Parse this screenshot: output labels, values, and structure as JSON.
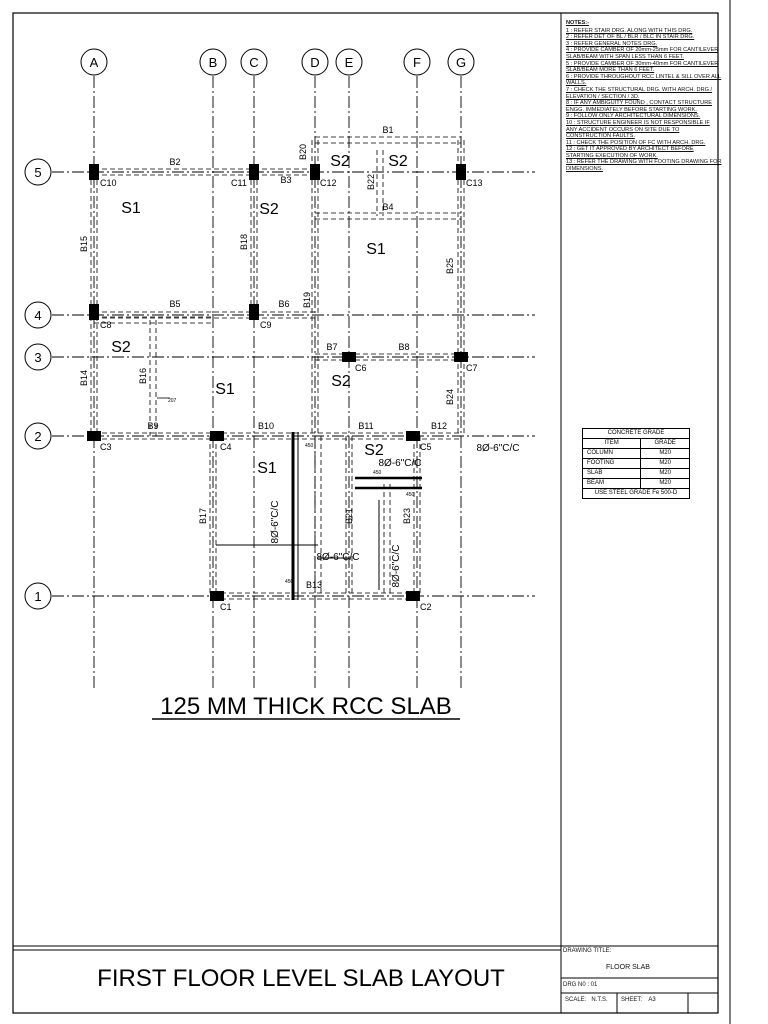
{
  "drawing": {
    "plan_title": "125 MM THICK RCC SLAB",
    "main_title": "FIRST FLOOR LEVEL SLAB LAYOUT"
  },
  "grid": {
    "columns": [
      "A",
      "B",
      "C",
      "D",
      "E",
      "F",
      "G"
    ],
    "rows": [
      "5",
      "4",
      "3",
      "2",
      "1"
    ]
  },
  "column_labels": [
    "C10",
    "C11",
    "C12",
    "C13",
    "C8",
    "C9",
    "C6",
    "C7",
    "C3",
    "C4",
    "C5",
    "C1",
    "C2"
  ],
  "beam_labels": [
    "B1",
    "B2",
    "B3",
    "B4",
    "B5",
    "B6",
    "B7",
    "B8",
    "B9",
    "B10",
    "B11",
    "B12",
    "B13",
    "B14",
    "B15",
    "B16",
    "B17",
    "B18",
    "B19",
    "B20",
    "B21",
    "B22",
    "B23",
    "B24",
    "B25"
  ],
  "slab_labels": [
    "S1",
    "S2"
  ],
  "rebar_labels": [
    "8Ø-6\"C/C",
    "8Ø-6\"C/C",
    "8Ø-6\"C/C",
    "8Ø-6\"C/C",
    "8Ø-6\"C/C"
  ],
  "dimension_labels": [
    "207",
    "450",
    "450",
    "450",
    "450"
  ],
  "notes": {
    "title": "NOTES:-",
    "items": [
      "1 : REFER STAIR DRG. ALONG WITH THIS DRG.",
      "2 : REFER DET OF BL / BLR / BLC IN STAIR DRG.",
      "3 : REFER GENERAL NOTES DRG.",
      "4 : PROVIDE CAMBER OF 20mm-25mm FOR CANTILEVER SLAB/BEAM WITH SPAN LESS THAN 6 FEET.",
      "5 : PROVIDE CAMBER OF 30mm-40mm FOR CANTILEVER SLAB/BEAM MORE THAN 6 FEET.",
      "6 : PROVIDE THROUGHOUT RCC LINTEL & SILL OVER ALL WALLS.",
      "7 : CHECK THE STRUCTURAL DRG. WITH ARCH. DRG / ELEVATION / SECTION / 3D.",
      "8 : IF ANY AMBIGUITY FOUND , CONTACT STRUCTURE ENGG. IMMEDIATELY BEFORE STARTING WORK.",
      "9 : FOLLOW ONLY ARCHITECTURAL DIMENSIONS.",
      "10 : STRUCTURE ENGINEER IS NOT RESPONSIBLE IF ANY ACCIDENT OCCURS ON SITE DUE TO CONSTRUCTION FAULTS.",
      "11 : CHECK THE POSITION OF FC WITH ARCH. DRG.",
      "12 : GET IT APPROVED BY ARCHITECT BEFORE STARTING EXECUTION OF WORK.",
      "13 : REFER THE DRAWING WITH FOOTING DRAWING FOR DIMENSIONS."
    ]
  },
  "concrete_grade": {
    "title": "CONCRETE GRADE",
    "headers": [
      "ITEM",
      "GRADE"
    ],
    "rows": [
      {
        "item": "COLUMN",
        "grade": "M20"
      },
      {
        "item": "FOOTING",
        "grade": "M20"
      },
      {
        "item": "SLAB",
        "grade": "M20"
      },
      {
        "item": "BEAM",
        "grade": "M20"
      }
    ],
    "footer": "USE STEEL GRADE Fe 500-D"
  },
  "title_block": {
    "drawing_title_label": "DRAWING TITLE:",
    "drawing_title": "FLOOR SLAB",
    "drg_no": "DRG N0 : 01",
    "scale": "SCALE:   N.T.S.",
    "sheet": "SHEET:    A3"
  }
}
